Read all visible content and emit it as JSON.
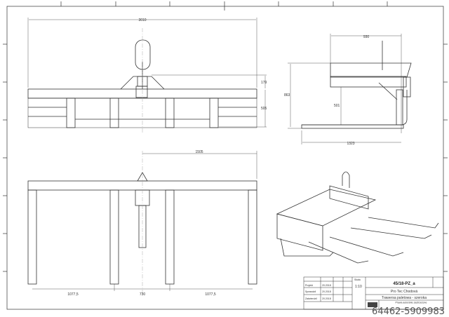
{
  "drawing": {
    "front_view": {
      "width_dim": "3010",
      "hook_height_dim": "179",
      "frame_height_dim": "505"
    },
    "side_view": {
      "top_dim": "930",
      "total_height_dim": "863",
      "clearance_dim": "501",
      "fork_length_dim": "1323"
    },
    "plan_view": {
      "half_width_dim": "1505",
      "left_dim": "1077,5",
      "center_dim": "730",
      "right_dim": "1077,5"
    }
  },
  "title_block": {
    "drawing_number": "45/18-PZ_a",
    "scale_label": "Skala",
    "scale": "1:10",
    "company": "Pro Tec Chodová",
    "title": "Trawersa paletowa - szeroka",
    "rows": [
      {
        "label": "Projekt",
        "date": "20.2018"
      },
      {
        "label": "Sprawdzil",
        "date": "20.2018"
      },
      {
        "label": "Zatwierdzil",
        "date": "20.2018"
      }
    ],
    "note": "Prawa autorskie zastrzeżone"
  },
  "watermark": "64462-5909983",
  "colors": {
    "line": "#333333",
    "center_line": "#999999",
    "background": "#ffffff"
  }
}
